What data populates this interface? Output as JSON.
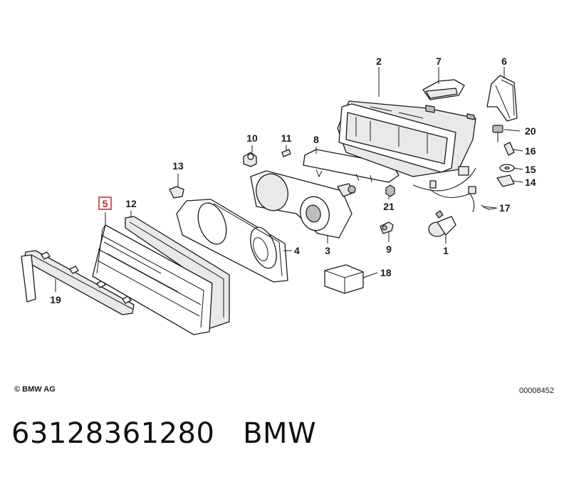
{
  "callouts": [
    {
      "id": "1",
      "label": "1"
    },
    {
      "id": "2",
      "label": "2"
    },
    {
      "id": "3",
      "label": "3"
    },
    {
      "id": "4",
      "label": "4"
    },
    {
      "id": "5",
      "label": "5",
      "highlighted": true
    },
    {
      "id": "6",
      "label": "6"
    },
    {
      "id": "7",
      "label": "7"
    },
    {
      "id": "8",
      "label": "8"
    },
    {
      "id": "9",
      "label": "9"
    },
    {
      "id": "10",
      "label": "10"
    },
    {
      "id": "11",
      "label": "11"
    },
    {
      "id": "12",
      "label": "12"
    },
    {
      "id": "13",
      "label": "13"
    },
    {
      "id": "14",
      "label": "14"
    },
    {
      "id": "15",
      "label": "15"
    },
    {
      "id": "16",
      "label": "16"
    },
    {
      "id": "17",
      "label": "17"
    },
    {
      "id": "18",
      "label": "18"
    },
    {
      "id": "19",
      "label": "19"
    },
    {
      "id": "20",
      "label": "20"
    },
    {
      "id": "21",
      "label": "21"
    }
  ],
  "highlight_color": "#d0202a",
  "footer": {
    "copyright": "© BMW AG",
    "diagram_code": "00008452"
  },
  "caption": {
    "part_number": "63128361280",
    "brand": "BMW"
  }
}
